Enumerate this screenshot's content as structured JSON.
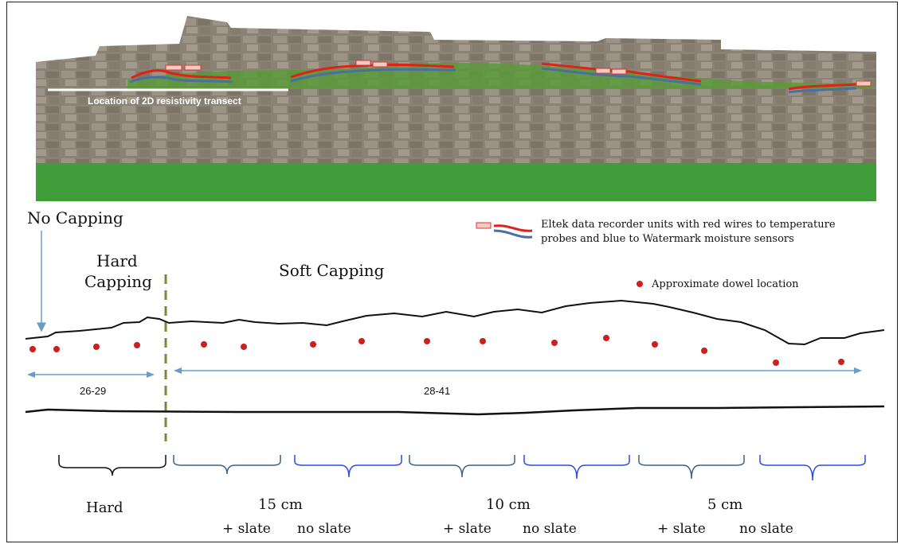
{
  "photo": {
    "transect_label": "Location of 2D resistivity transect"
  },
  "labels": {
    "no_capping": "No Capping",
    "hard_capping_line1": "Hard",
    "hard_capping_line2": "Capping",
    "soft_capping": "Soft Capping"
  },
  "legend": {
    "recorder_text_line1": "Eltek data recorder units with red wires to temperature",
    "recorder_text_line2": "probes and blue to Watermark moisture sensors",
    "dowel_text": "Approximate dowel location"
  },
  "spans": {
    "left": "26-29",
    "right": "28-41"
  },
  "sections": {
    "hard": "Hard",
    "cm15": "15 cm",
    "cm10": "10 cm",
    "cm5": "5 cm",
    "plus_slate_15": "+ slate",
    "no_slate_15": "no slate",
    "plus_slate_10": "+ slate",
    "no_slate_10": "no slate",
    "plus_slate_5": "+ slate",
    "no_slate_5": "no slate"
  },
  "colors": {
    "dowel": "#cc1f1f",
    "red_wire": "#e0201b",
    "blue_wire": "#4a6fa0",
    "brace_dark_blue": "#3a6189",
    "brace_bright_blue": "#2a4de0",
    "arrow": "#6a9cc8",
    "dashed_divider": "#7a8a3a",
    "grass": "#3f9e3a"
  }
}
